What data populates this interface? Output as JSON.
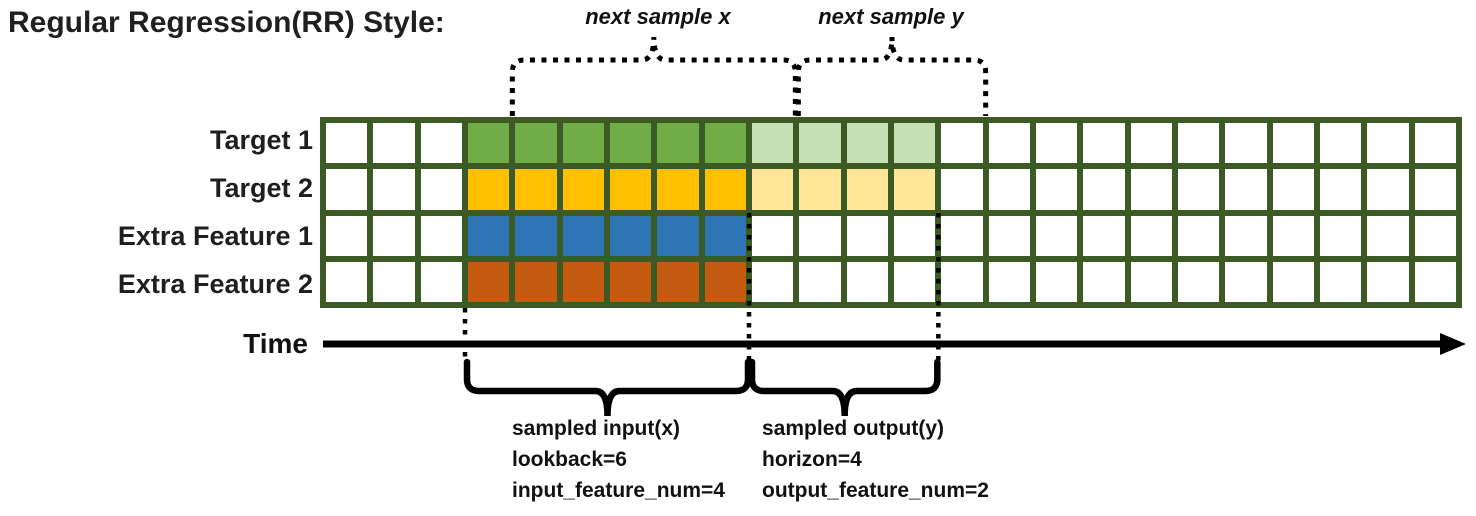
{
  "title": "Regular Regression(RR) Style:",
  "colors": {
    "frame": "#3c5b24",
    "green": "#70ad47",
    "light_green": "#c5e0b4",
    "gold": "#ffc000",
    "light_gold": "#ffe699",
    "blue": "#2e75b6",
    "orange": "#c55a11",
    "white": "#ffffff",
    "black": "#000000"
  },
  "grid": {
    "columns": 24,
    "input_start_col": 3,
    "lookback": 6,
    "horizon": 4,
    "rows": [
      {
        "label": "Target 1",
        "input_fill": "green",
        "output_fill": "light_green",
        "in_output": true
      },
      {
        "label": "Target 2",
        "input_fill": "gold",
        "output_fill": "light_gold",
        "in_output": true
      },
      {
        "label": "Extra Feature 1",
        "input_fill": "blue",
        "output_fill": "white",
        "in_output": false
      },
      {
        "label": "Extra Feature 2",
        "input_fill": "orange",
        "output_fill": "white",
        "in_output": false
      }
    ]
  },
  "annotations": {
    "next_sample_x": "next sample x",
    "next_sample_y": "next sample y",
    "time_label": "Time",
    "input_block": [
      "sampled input(x)",
      "lookback=6",
      "input_feature_num=4"
    ],
    "output_block": [
      "sampled output(y)",
      "horizon=4",
      "output_feature_num=2"
    ]
  }
}
